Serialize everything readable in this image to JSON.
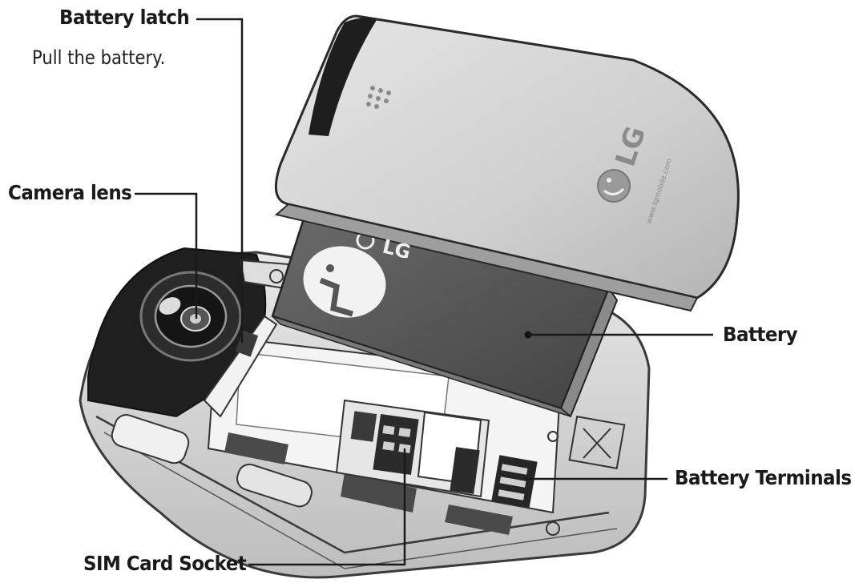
{
  "labels": {
    "battery_latch": "Battery latch",
    "battery_latch_note": "Pull the battery.",
    "camera_lens": "Camera lens",
    "battery": "Battery",
    "battery_terminals": "Battery Terminals",
    "sim_card_socket": "SIM Card Socket"
  },
  "logos": {
    "cover_brand": "LG",
    "battery_brand": "LG",
    "cover_url": "www.lgmobile.com"
  },
  "colors": {
    "phone_body": "#d9d9d9",
    "cover": "#c8c8c8",
    "battery": "#555555",
    "camera_panel": "#1e1e1e",
    "leader_line": "#1a1a1a"
  }
}
